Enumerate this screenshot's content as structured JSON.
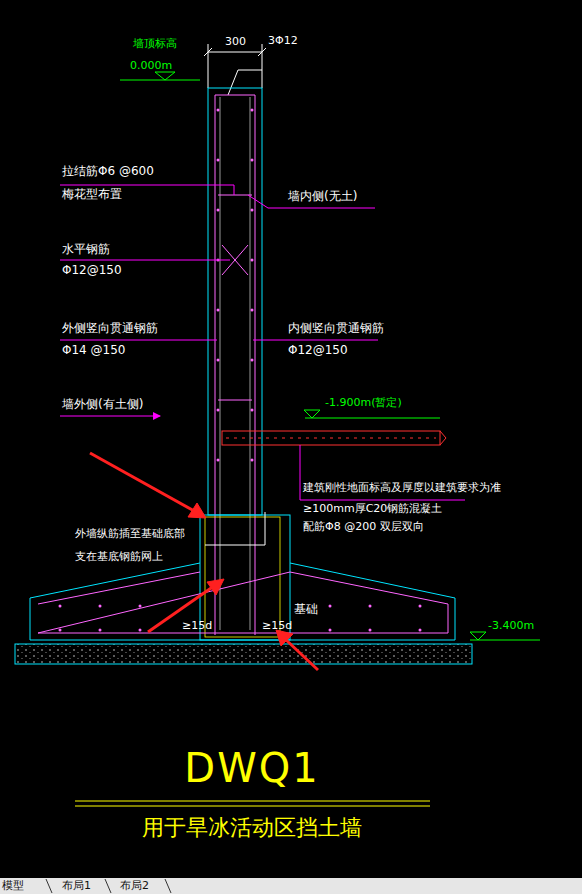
{
  "diagram": {
    "title": "DWQ1",
    "caption": "用于旱冰活动区挡土墙",
    "labels": [
      "墙顶标高",
      "0.000m",
      "300",
      "3Φ12",
      "拉结筋Φ6 @600",
      "梅花型布置",
      "墙内侧(无土)",
      "水平钢筋",
      "Φ12@150",
      "外侧竖向贯通钢筋",
      "Φ14 @150",
      "内侧竖向贯通钢筋",
      "Φ12@150",
      "墙外侧(有土侧)",
      "-1.900m(暂定)",
      "建筑刚性地面标高及厚度以建筑要求为准",
      "≥100mm厚C20钢筋混凝土",
      "配筋Φ8 @200 双层双向",
      "外墙纵筋插至基础底部",
      "支在基底钢筋网上",
      "基础",
      "≥15d",
      "≥15d",
      "-3.400m",
      "模型",
      "布局1",
      "布局2"
    ]
  }
}
